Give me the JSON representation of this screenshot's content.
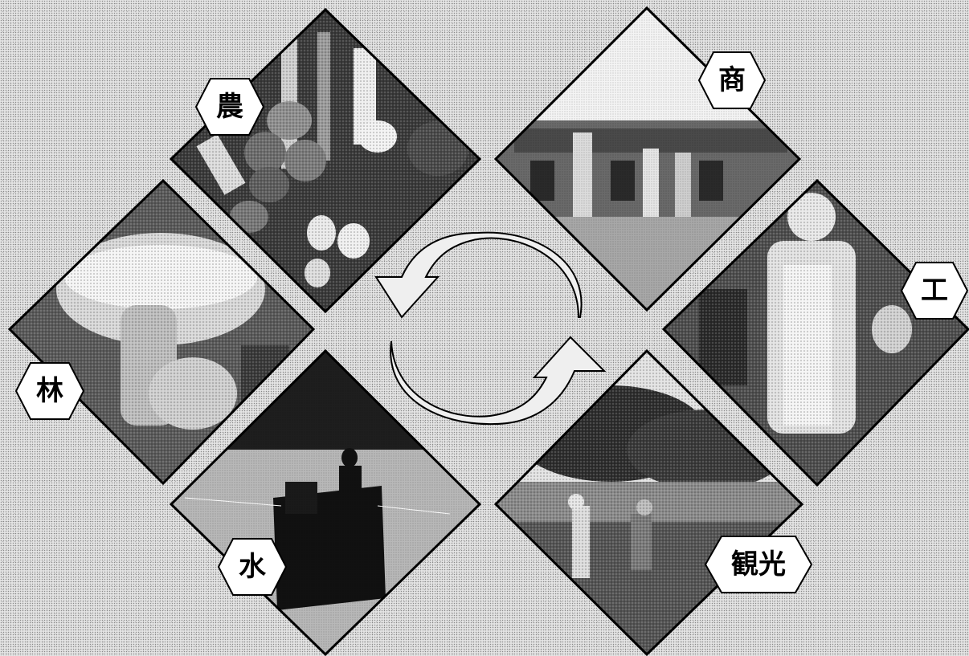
{
  "sectors": {
    "agriculture": {
      "label": "農",
      "photo": "vegetables-photo"
    },
    "commerce": {
      "label": "商",
      "photo": "shop-building-photo"
    },
    "forestry": {
      "label": "林",
      "photo": "mushroom-photo"
    },
    "industry": {
      "label": "工",
      "photo": "factory-worker-photo"
    },
    "fishery": {
      "label": "水",
      "photo": "fishing-boat-photo"
    },
    "tourism": {
      "label": "観光",
      "photo": "field-visitors-photo"
    }
  },
  "center": {
    "icon": "cycle-arrows-icon"
  }
}
